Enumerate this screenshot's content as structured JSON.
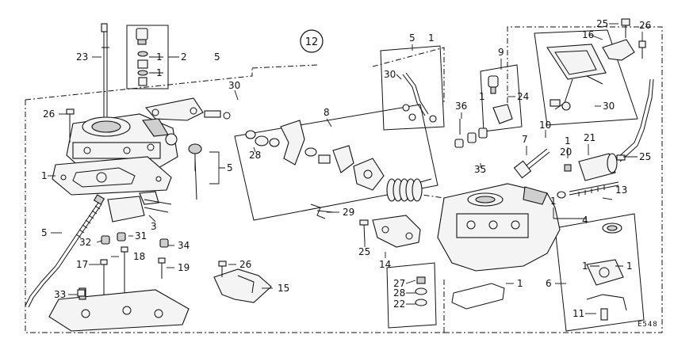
{
  "diagram": {
    "figure_code": "12",
    "drawing_number": "E548",
    "callouts": [
      {
        "n": "1"
      },
      {
        "n": "2"
      },
      {
        "n": "1"
      },
      {
        "n": "23"
      },
      {
        "n": "5"
      },
      {
        "n": "30"
      },
      {
        "n": "26"
      },
      {
        "n": "1"
      },
      {
        "n": "5"
      },
      {
        "n": "3"
      },
      {
        "n": "5"
      },
      {
        "n": "32"
      },
      {
        "n": "31"
      },
      {
        "n": "34"
      },
      {
        "n": "17"
      },
      {
        "n": "18"
      },
      {
        "n": "19"
      },
      {
        "n": "33"
      },
      {
        "n": "26"
      },
      {
        "n": "15"
      },
      {
        "n": "8"
      },
      {
        "n": "28"
      },
      {
        "n": "29"
      },
      {
        "n": "25"
      },
      {
        "n": "14"
      },
      {
        "n": "27"
      },
      {
        "n": "28"
      },
      {
        "n": "22"
      },
      {
        "n": "1"
      },
      {
        "n": "5"
      },
      {
        "n": "30"
      },
      {
        "n": "9"
      },
      {
        "n": "1"
      },
      {
        "n": "24"
      },
      {
        "n": "36"
      },
      {
        "n": "35"
      },
      {
        "n": "7"
      },
      {
        "n": "10"
      },
      {
        "n": "1"
      },
      {
        "n": "20"
      },
      {
        "n": "21"
      },
      {
        "n": "25"
      },
      {
        "n": "13"
      },
      {
        "n": "1"
      },
      {
        "n": "4"
      },
      {
        "n": "25"
      },
      {
        "n": "16"
      },
      {
        "n": "26"
      },
      {
        "n": "30"
      },
      {
        "n": "6"
      },
      {
        "n": "1"
      },
      {
        "n": "1"
      },
      {
        "n": "11"
      },
      {
        "n": "1"
      }
    ]
  }
}
